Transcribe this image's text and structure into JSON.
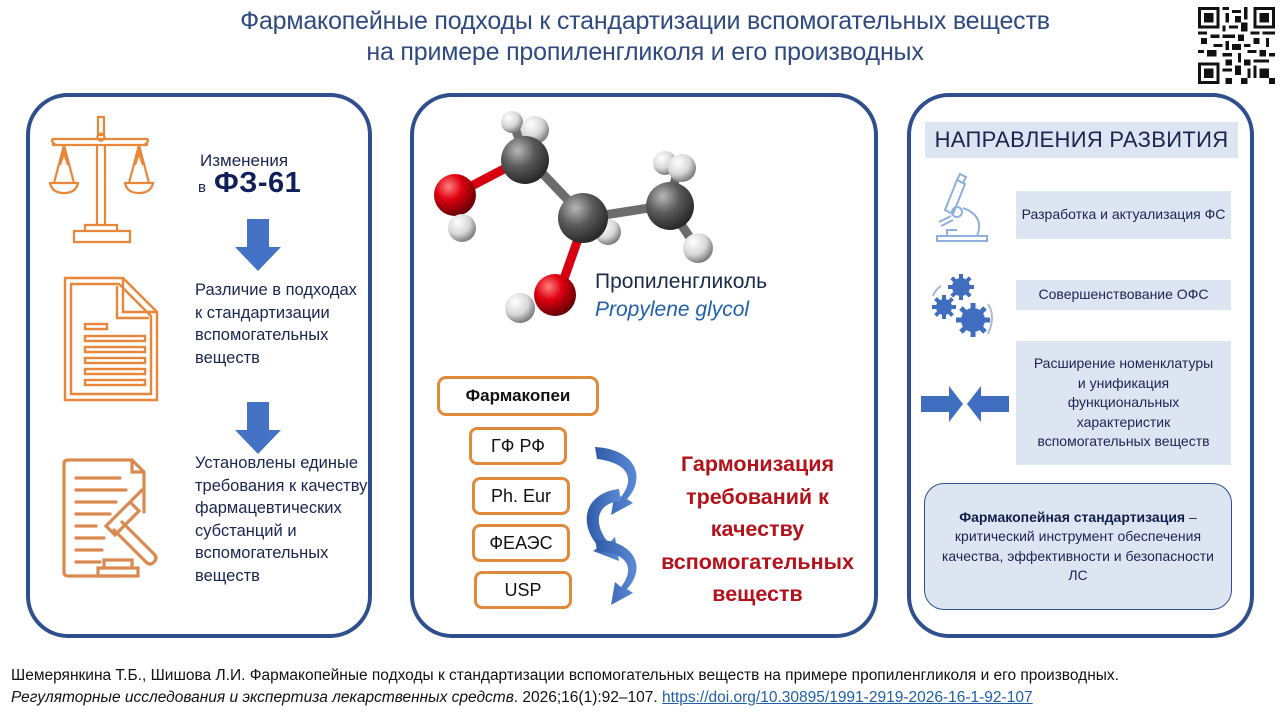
{
  "header": {
    "title_line1": "Фармакопейные подходы к стандартизации вспомогательных веществ",
    "title_line2": "на примере пропиленгликоля и его производных",
    "qr_icon": "qr-code-icon"
  },
  "left_panel": {
    "step1": {
      "icon": "scales-of-justice-icon",
      "line1": "Изменения",
      "prefix": "в",
      "law": "ФЗ-61"
    },
    "step2": {
      "icon": "document-icon",
      "text": "Различие в подходах к стандартизации вспомогательных веществ"
    },
    "step3": {
      "icon": "document-gavel-icon",
      "text": "Установлены единые требования к качеству фармацевтических субстанций и вспомогательных веществ"
    },
    "arrow_icon": "arrow-down-icon"
  },
  "middle_panel": {
    "molecule_icon": "propylene-glycol-molecule-icon",
    "name_ru": "Пропиленгликоль",
    "name_latin": "Propylene glycol",
    "pharmacopoeias_label": "Фармакопеи",
    "pharmacopoeias": [
      "ГФ РФ",
      "Ph. Eur",
      "ФЕАЭС",
      "USP"
    ],
    "harmonization_text": "Гармонизация требований к качеству вспомогательных веществ"
  },
  "right_panel": {
    "heading": "НАПРАВЛЕНИЯ РАЗВИТИЯ",
    "items": [
      {
        "icon": "microscope-icon",
        "text": "Разработка и актуализация ФС"
      },
      {
        "icon": "gears-icon",
        "text": "Совершенствование ОФС"
      },
      {
        "icon": "converging-arrows-icon",
        "text": "Расширение номенклатуры и унификация функциональных характеристик вспомогательных веществ"
      }
    ],
    "summary": {
      "bold": "Фармакопейная стандартизация",
      "rest": " – критический инструмент обеспечения качества, эффективности и безопасности ЛС"
    }
  },
  "citation": {
    "line1": "Шемерянкина Т.Б., Шишова Л.И. Фармакопейные подходы к стандартизации вспомогательных веществ на примере пропиленгликоля и его производных.",
    "journal": "Регуляторные исследования и экспертиза лекарственных средств",
    "details": ". 2026;16(1):92–107. ",
    "doi": "https://doi.org/10.30895/1991-2919-2026-16-1-92-107"
  },
  "colors": {
    "panel_border": "#2f4f8f",
    "accent_orange": "#e08a3c",
    "arrow_blue": "#4472c4",
    "harmonization_red": "#b4121a",
    "box_fill": "#dde4f2"
  }
}
